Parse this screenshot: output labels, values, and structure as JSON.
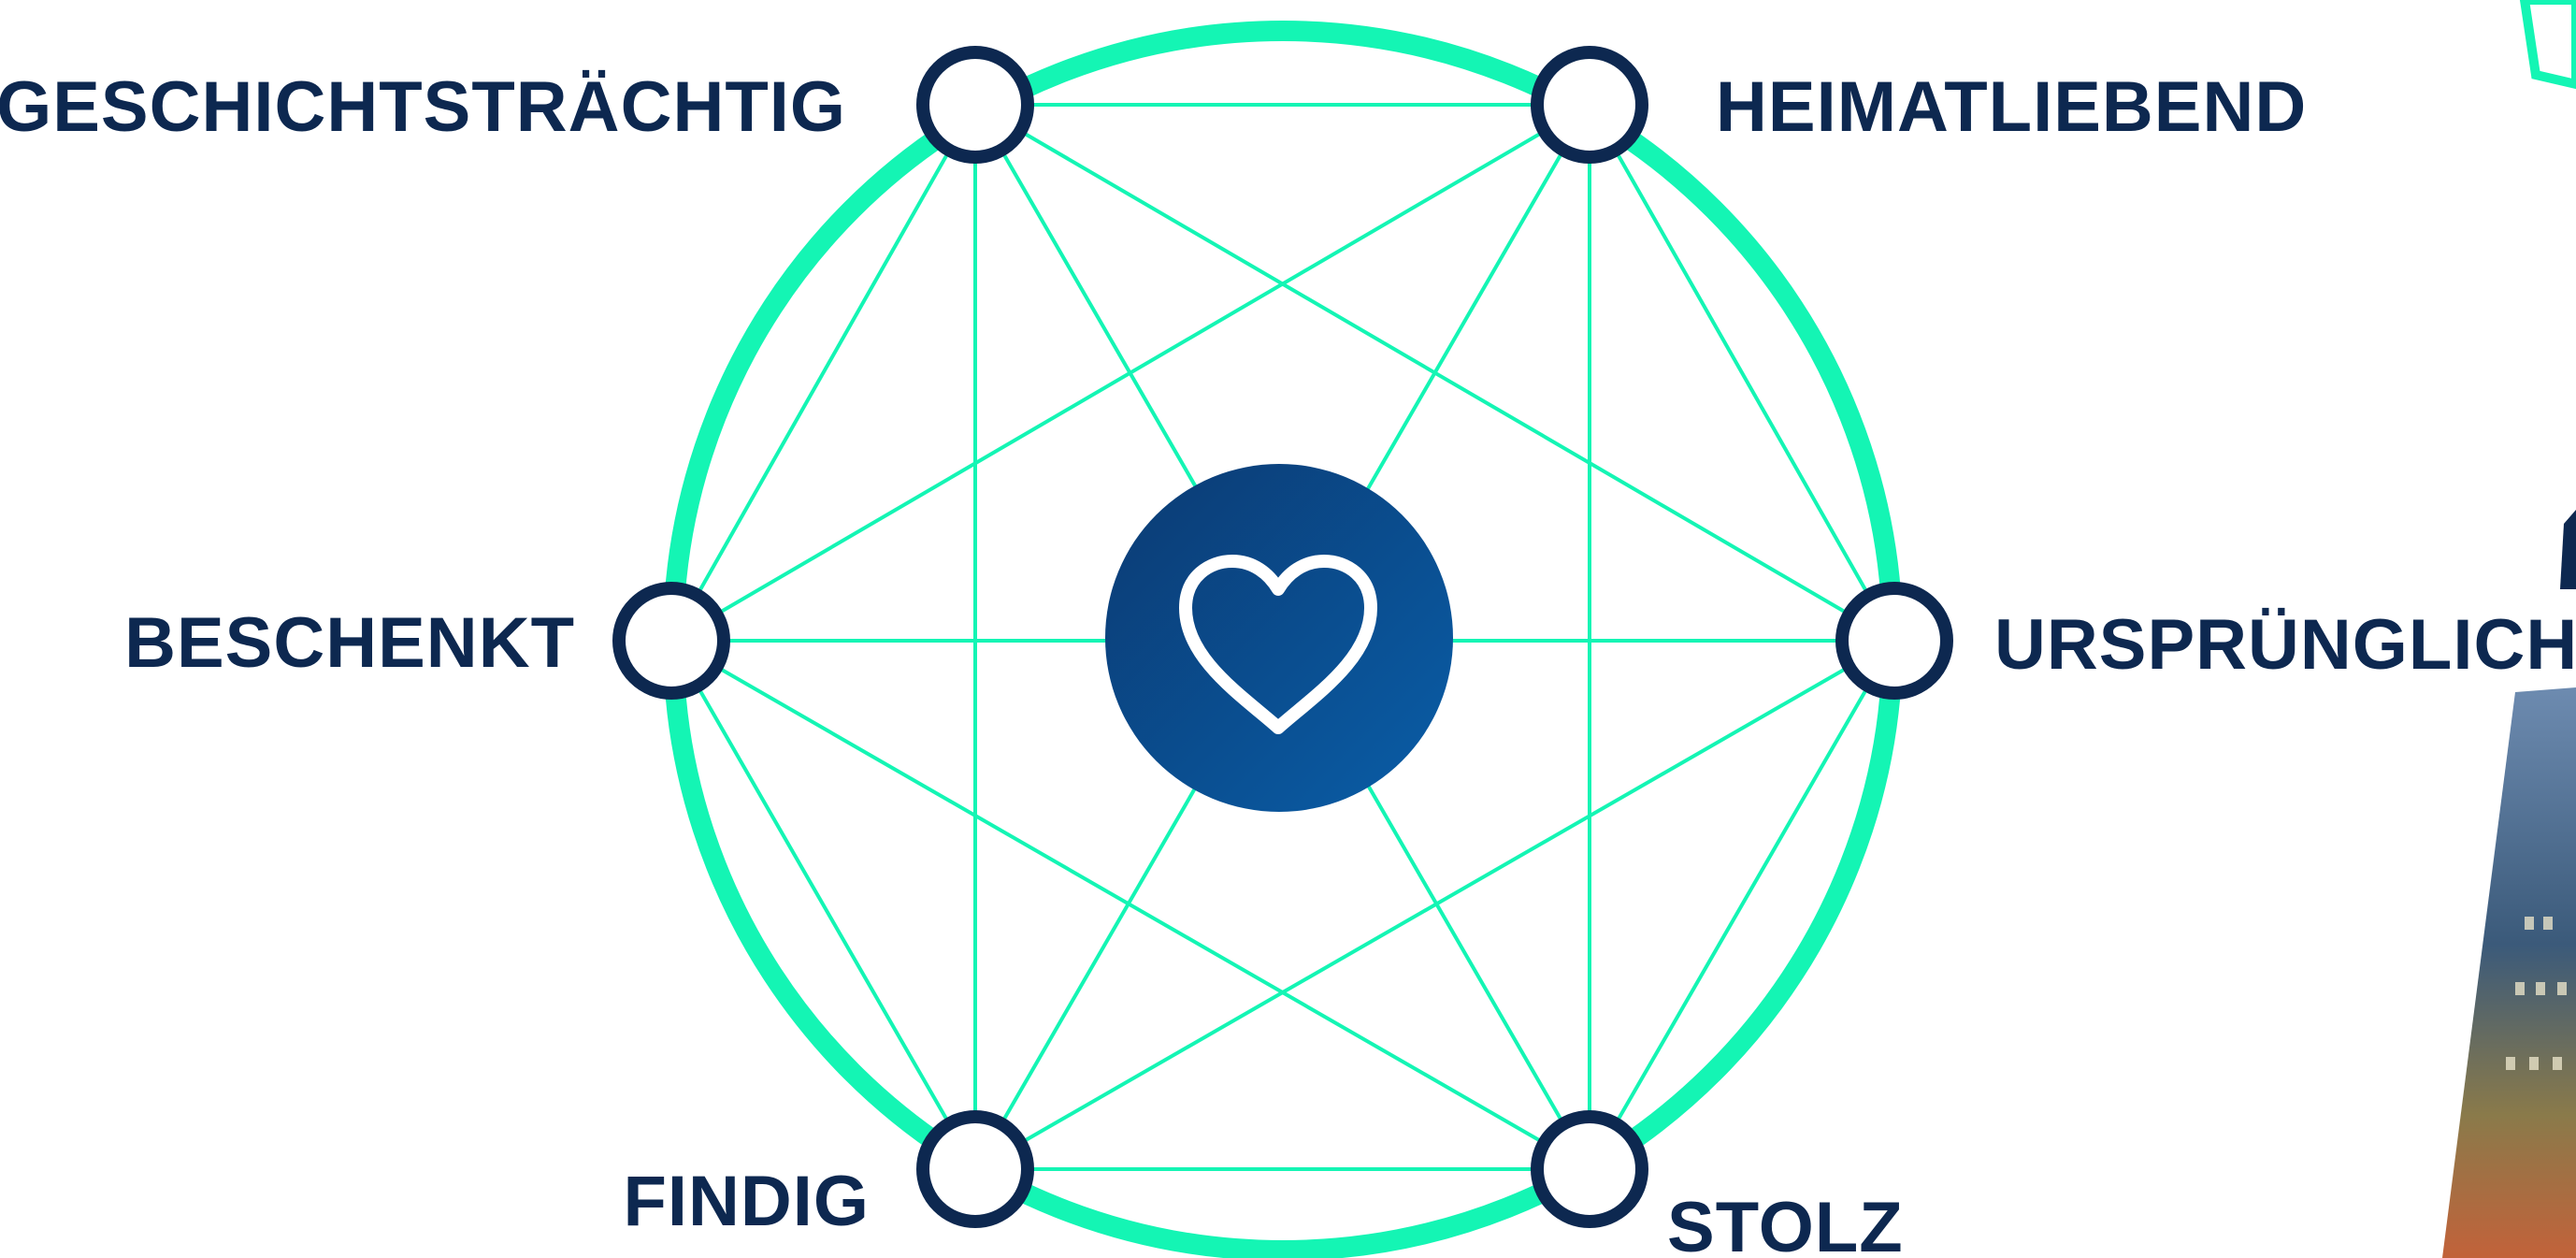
{
  "colors": {
    "accent": "#14f5b4",
    "navy": "#0d2850",
    "center_dark": "#0b3a72",
    "center_light": "#0a5ea8",
    "white": "#ffffff"
  },
  "center": {
    "icon": "heart-icon"
  },
  "nodes": [
    {
      "id": "geschichtstraechtig",
      "label": "GESCHICHTSTRÄCHTIG"
    },
    {
      "id": "heimatliebend",
      "label": "HEIMATLIEBEND"
    },
    {
      "id": "urspruenglich",
      "label": "URSPRÜNGLICH"
    },
    {
      "id": "stolz",
      "label": "STOLZ"
    },
    {
      "id": "findig",
      "label": "FINDIG"
    },
    {
      "id": "beschenkt",
      "label": "BESCHENKT"
    }
  ],
  "decorations": {
    "right_edge": "cropped-photo-and-frame"
  }
}
